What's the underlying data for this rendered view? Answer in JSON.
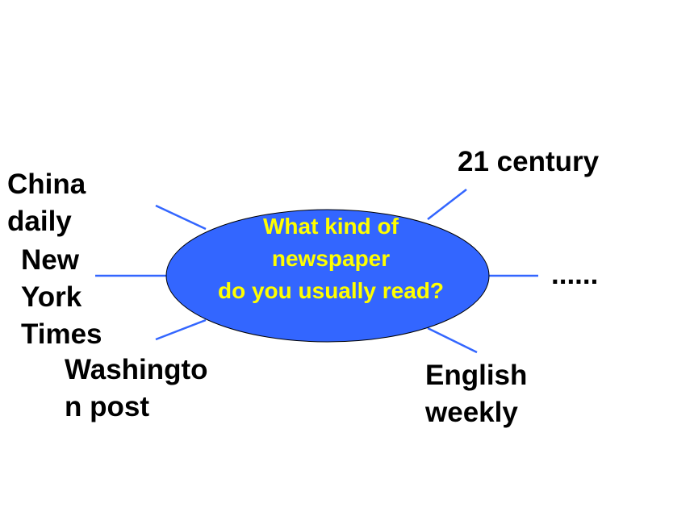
{
  "center": {
    "question": "What kind of\nnewspaper\ndo you usually read?",
    "fill_color": "#3366ff",
    "text_color": "#ffff00"
  },
  "connector_color": "#3366ff",
  "branches": {
    "china_daily": "China\ndaily",
    "new_york_times": "New\nYork\nTimes",
    "washington_post": "Washingto\nn post",
    "century_21": "21 century",
    "more": "......",
    "english_weekly": "English\nweekly"
  }
}
